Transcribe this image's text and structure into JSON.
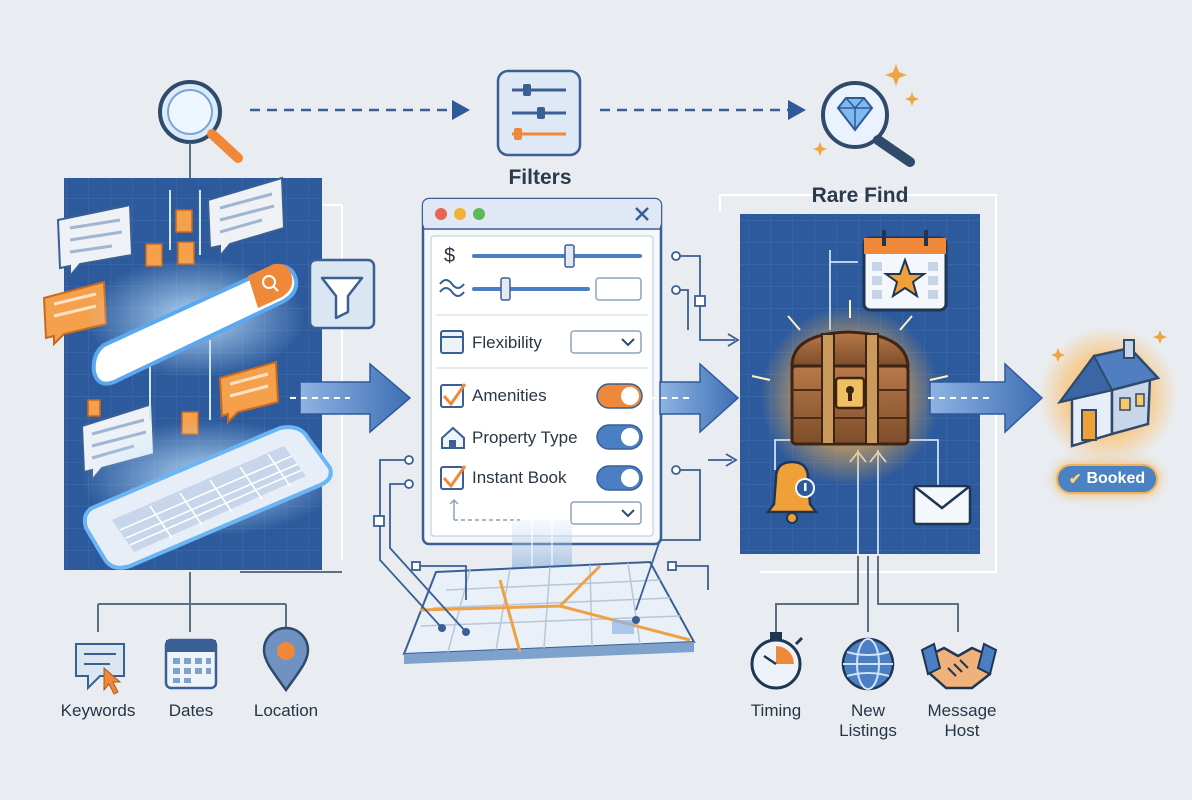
{
  "labels": {
    "filters": "Filters",
    "rare_find": "Rare Find",
    "booked": "Booked",
    "keywords": "Keywords",
    "dates": "Dates",
    "location": "Location",
    "timing": "Timing",
    "new_listings": [
      "New",
      "Listings"
    ],
    "message_host": [
      "Message",
      "Host"
    ]
  },
  "filter_panel": {
    "price_symbol": "$",
    "rows": {
      "flexibility": "Flexibility",
      "amenities": "Amenities",
      "property_type": "Property Type",
      "instant_book": "Instant Book"
    }
  },
  "colors": {
    "accent_blue": "#3d6fb4",
    "accent_orange": "#f0883a",
    "panel_blue": "#2c5a9c",
    "background": "#e9edf2"
  },
  "icons": {
    "search": "magnifier-icon",
    "filters": "sliders-icon",
    "rare_find": "diamond-magnifier-icon",
    "funnel": "funnel-icon",
    "treasure": "treasure-chest-icon",
    "house": "house-icon",
    "calendar_star": "calendar-star-icon",
    "bell": "bell-icon",
    "mail": "envelope-icon",
    "map": "map-icon"
  }
}
